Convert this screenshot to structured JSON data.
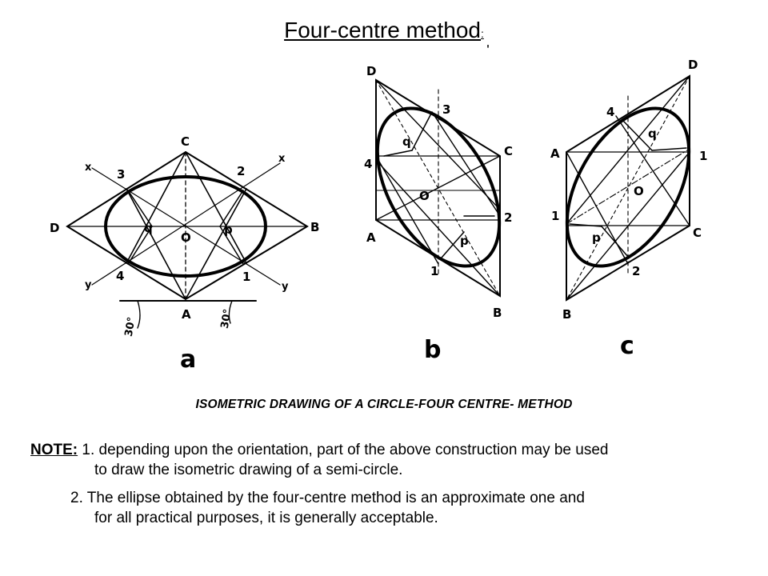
{
  "title": {
    "text": "Four-centre method",
    "suffix": ":"
  },
  "stray_mark": "'",
  "caption": "ISOMETRIC DRAWING OF A CIRCLE-FOUR CENTRE- METHOD",
  "note": {
    "heading": "NOTE:",
    "item1_line1": " 1. depending upon the orientation, part of the above construction may be used",
    "item1_line2": "to draw the isometric drawing of a semi-circle.",
    "item2_line1": "2. The ellipse obtained by the four-centre method is an approximate one and",
    "item2_line2": "for all practical purposes, it is generally acceptable."
  },
  "figures": {
    "a": {
      "label": "a",
      "points": {
        "C": "C",
        "B": "B",
        "D": "D",
        "A": "A",
        "O": "O",
        "q": "q",
        "p": "p",
        "n1": "1",
        "n2": "2",
        "n3": "3",
        "n4": "4",
        "x1": "x",
        "x2": "x",
        "y1": "y",
        "y2": "y"
      },
      "angles": {
        "left": "30°",
        "right": "30°"
      }
    },
    "b": {
      "label": "b",
      "points": {
        "D": "D",
        "C": "C",
        "A": "A",
        "B": "B",
        "O": "O",
        "q": "q",
        "p": "p",
        "n1": "1",
        "n2": "2",
        "n3": "3",
        "n4": "4"
      }
    },
    "c": {
      "label": "c",
      "points": {
        "D": "D",
        "A": "A",
        "C": "C",
        "B": "B",
        "O": "O",
        "q": "q",
        "p": "p",
        "n1": "1",
        "n2": "2",
        "n3": "1",
        "n4": "4"
      }
    }
  }
}
